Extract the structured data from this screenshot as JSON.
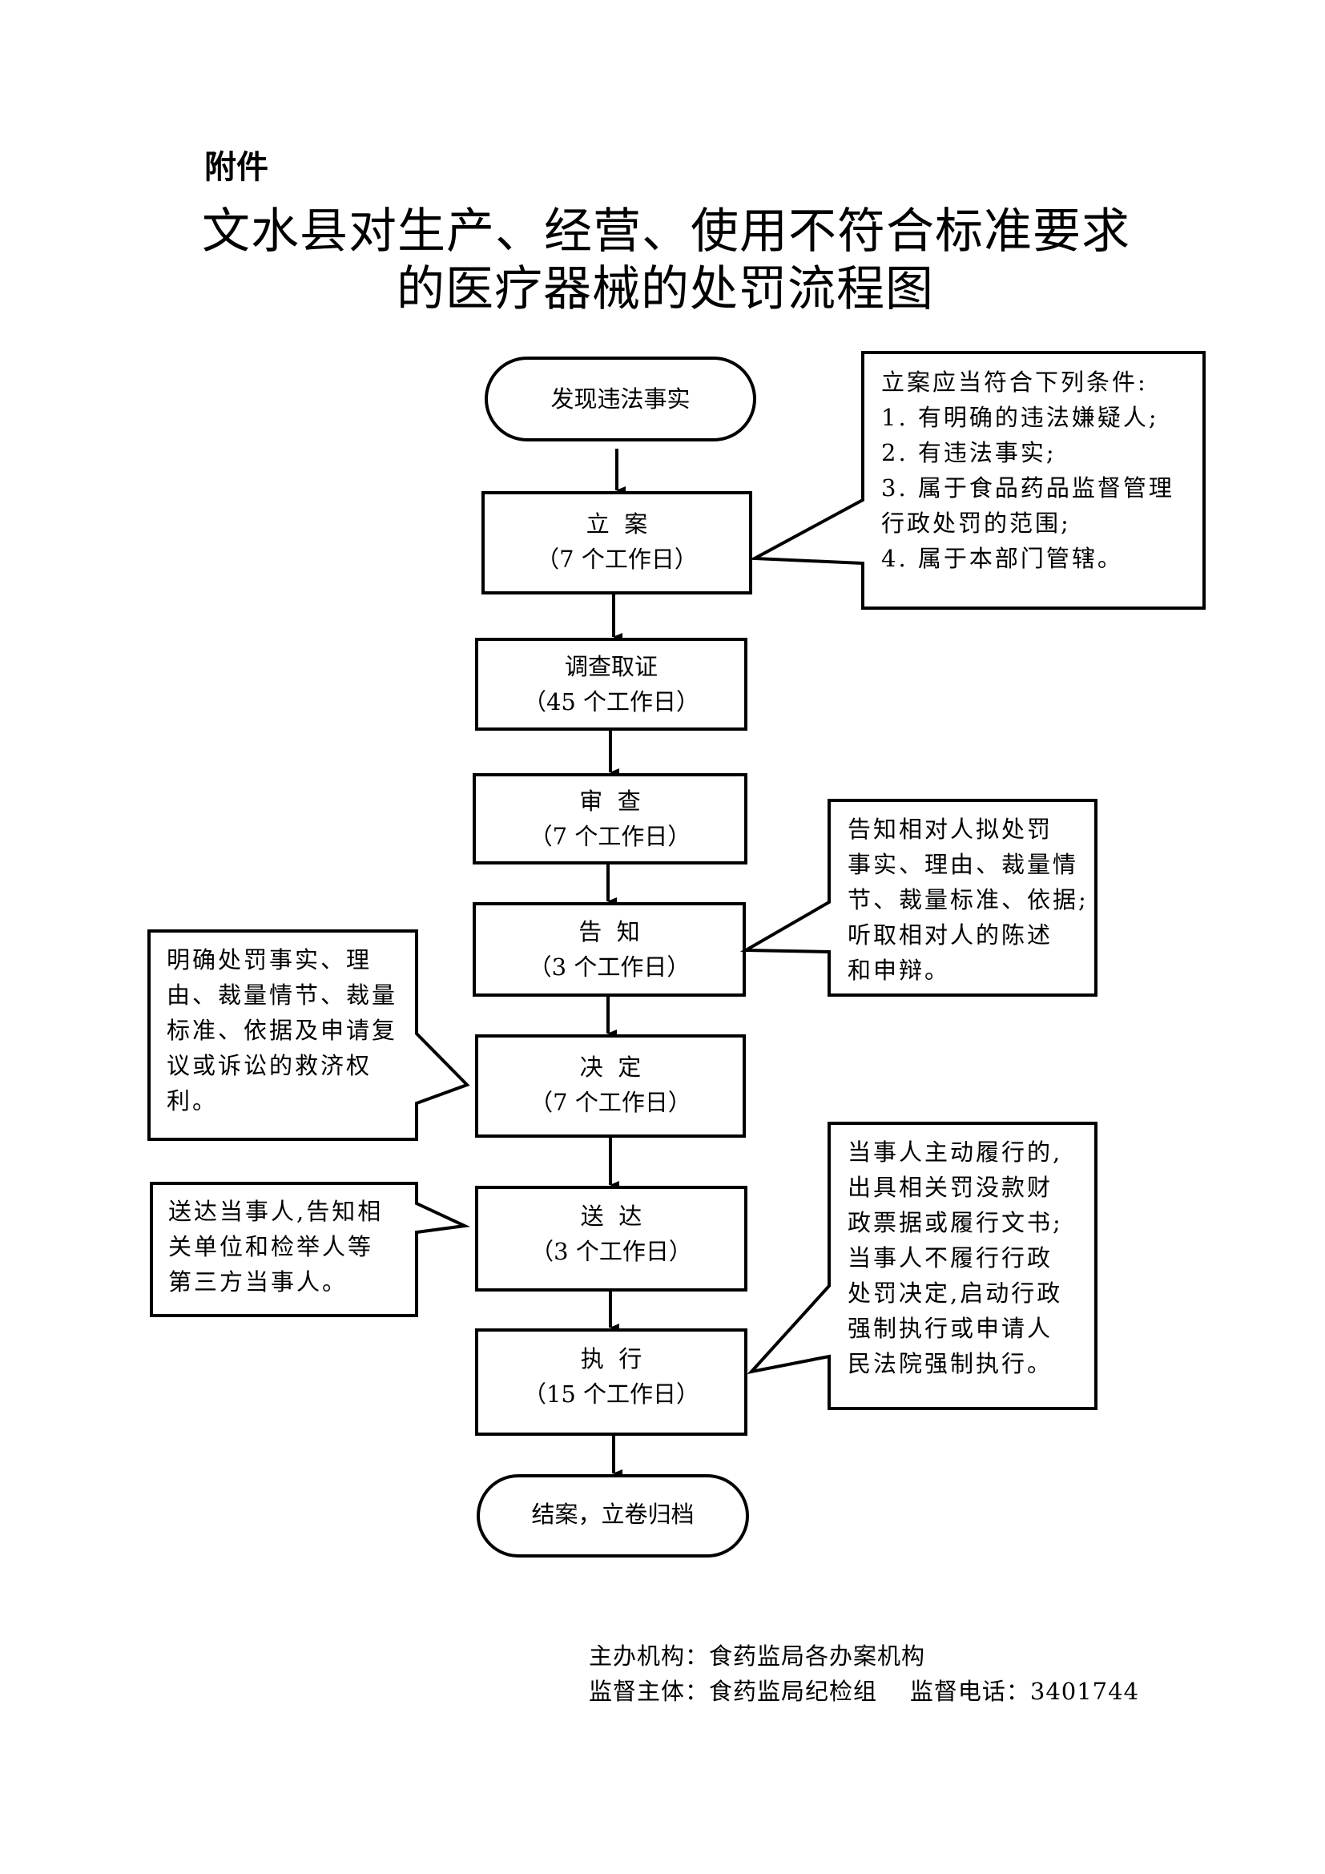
{
  "header": {
    "attachment_label": "附件",
    "title_line1": "文水县对生产、经营、使用不符合标准要求",
    "title_line2": "的医疗器械的处罚流程图"
  },
  "flow": {
    "start": "发现违法事实",
    "steps": [
      {
        "name": "立  案",
        "duration": "（7 个工作日）"
      },
      {
        "name": "调查取证",
        "duration": "（45 个工作日）"
      },
      {
        "name": "审  查",
        "duration": "（7 个工作日）"
      },
      {
        "name": "告  知",
        "duration": "（3 个工作日）"
      },
      {
        "name": "决  定",
        "duration": "（7 个工作日）"
      },
      {
        "name": "送  达",
        "duration": "（3 个工作日）"
      },
      {
        "name": "执  行",
        "duration": "（15 个工作日）"
      }
    ],
    "end": "结案，立卷归档"
  },
  "notes": {
    "filing_conditions": "立案应当符合下列条件:\n1. 有明确的违法嫌疑人;\n2. 有违法事实;\n3. 属于食品药品监督管理\n行政处罚的范围;\n4. 属于本部门管辖。",
    "notification": "告知相对人拟处罚\n事实、理由、裁量情\n节、裁量标准、依据;\n听取相对人的陈述\n和申辩。",
    "decision": "明确处罚事实、理\n由、裁量情节、裁量\n标准、依据及申请复\n议或诉讼的救济权\n利。",
    "delivery": "送达当事人,告知相\n关单位和检举人等\n第三方当事人。",
    "execution": "当事人主动履行的,\n出具相关罚没款财\n政票据或履行文书;\n当事人不履行行政\n处罚决定,启动行政\n强制执行或申请人\n民法院强制执行。"
  },
  "footer": {
    "organizer": "主办机构：食药监局各办案机构",
    "supervisor": "监督主体：食药监局纪检组    监督电话：3401744"
  }
}
